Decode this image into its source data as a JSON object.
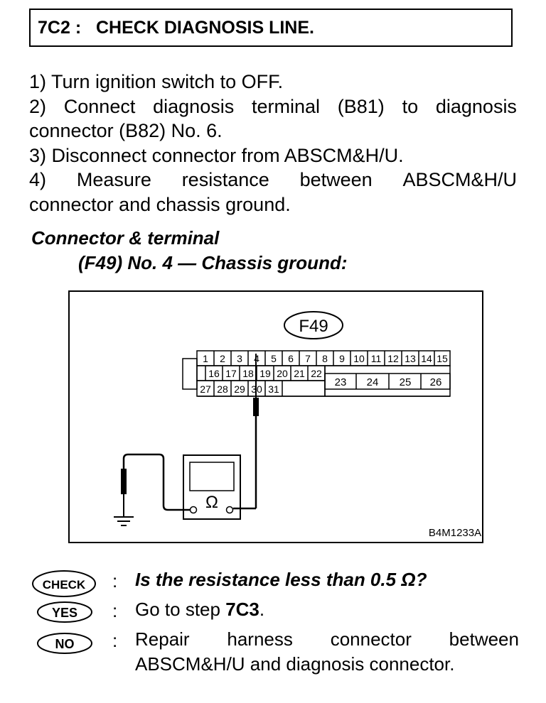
{
  "header": {
    "step_code": "7C2",
    "separator": ":",
    "title": "CHECK DIAGNOSIS LINE."
  },
  "steps": {
    "s1": "1) Turn ignition switch to OFF.",
    "s2_words": [
      "2)",
      "Connect",
      "diagnosis",
      "terminal",
      "(B81)",
      "to",
      "diagnosis"
    ],
    "s2_cont": "connector (B82) No. 6.",
    "s3": "3) Disconnect connector from ABSCM&H/U.",
    "s4_words": [
      "4)",
      "Measure",
      "resistance",
      "between",
      "ABSCM&H/U"
    ],
    "s4_cont": "connector and chassis ground."
  },
  "subheading": {
    "line1": "Connector & terminal",
    "line2": "(F49) No. 4 — Chassis ground:"
  },
  "diagram": {
    "connector_label": "F49",
    "pins_row1": [
      "1",
      "2",
      "3",
      "4",
      "5",
      "6",
      "7",
      "8",
      "9",
      "10",
      "11",
      "12",
      "13",
      "14",
      "15"
    ],
    "pins_row2": [
      "16",
      "17",
      "18",
      "19",
      "20",
      "21",
      "22"
    ],
    "pins_row2_big": [
      "23",
      "24",
      "25",
      "26"
    ],
    "pins_row3": [
      "27",
      "28",
      "29",
      "30",
      "31"
    ],
    "meter_symbol": "Ω",
    "figure_code": "B4M1233A"
  },
  "results": {
    "check_badge": "CHECK",
    "yes_badge": "YES",
    "no_badge": "NO",
    "separator": ":",
    "question": "Is the resistance less than 0.5 Ω?",
    "yes_prefix": "Go to step ",
    "yes_step": "7C3",
    "yes_suffix": ".",
    "no_words": [
      "Repair",
      "harness",
      "connector",
      "between"
    ],
    "no_cont": "ABSCM&H/U and diagnosis connector."
  }
}
